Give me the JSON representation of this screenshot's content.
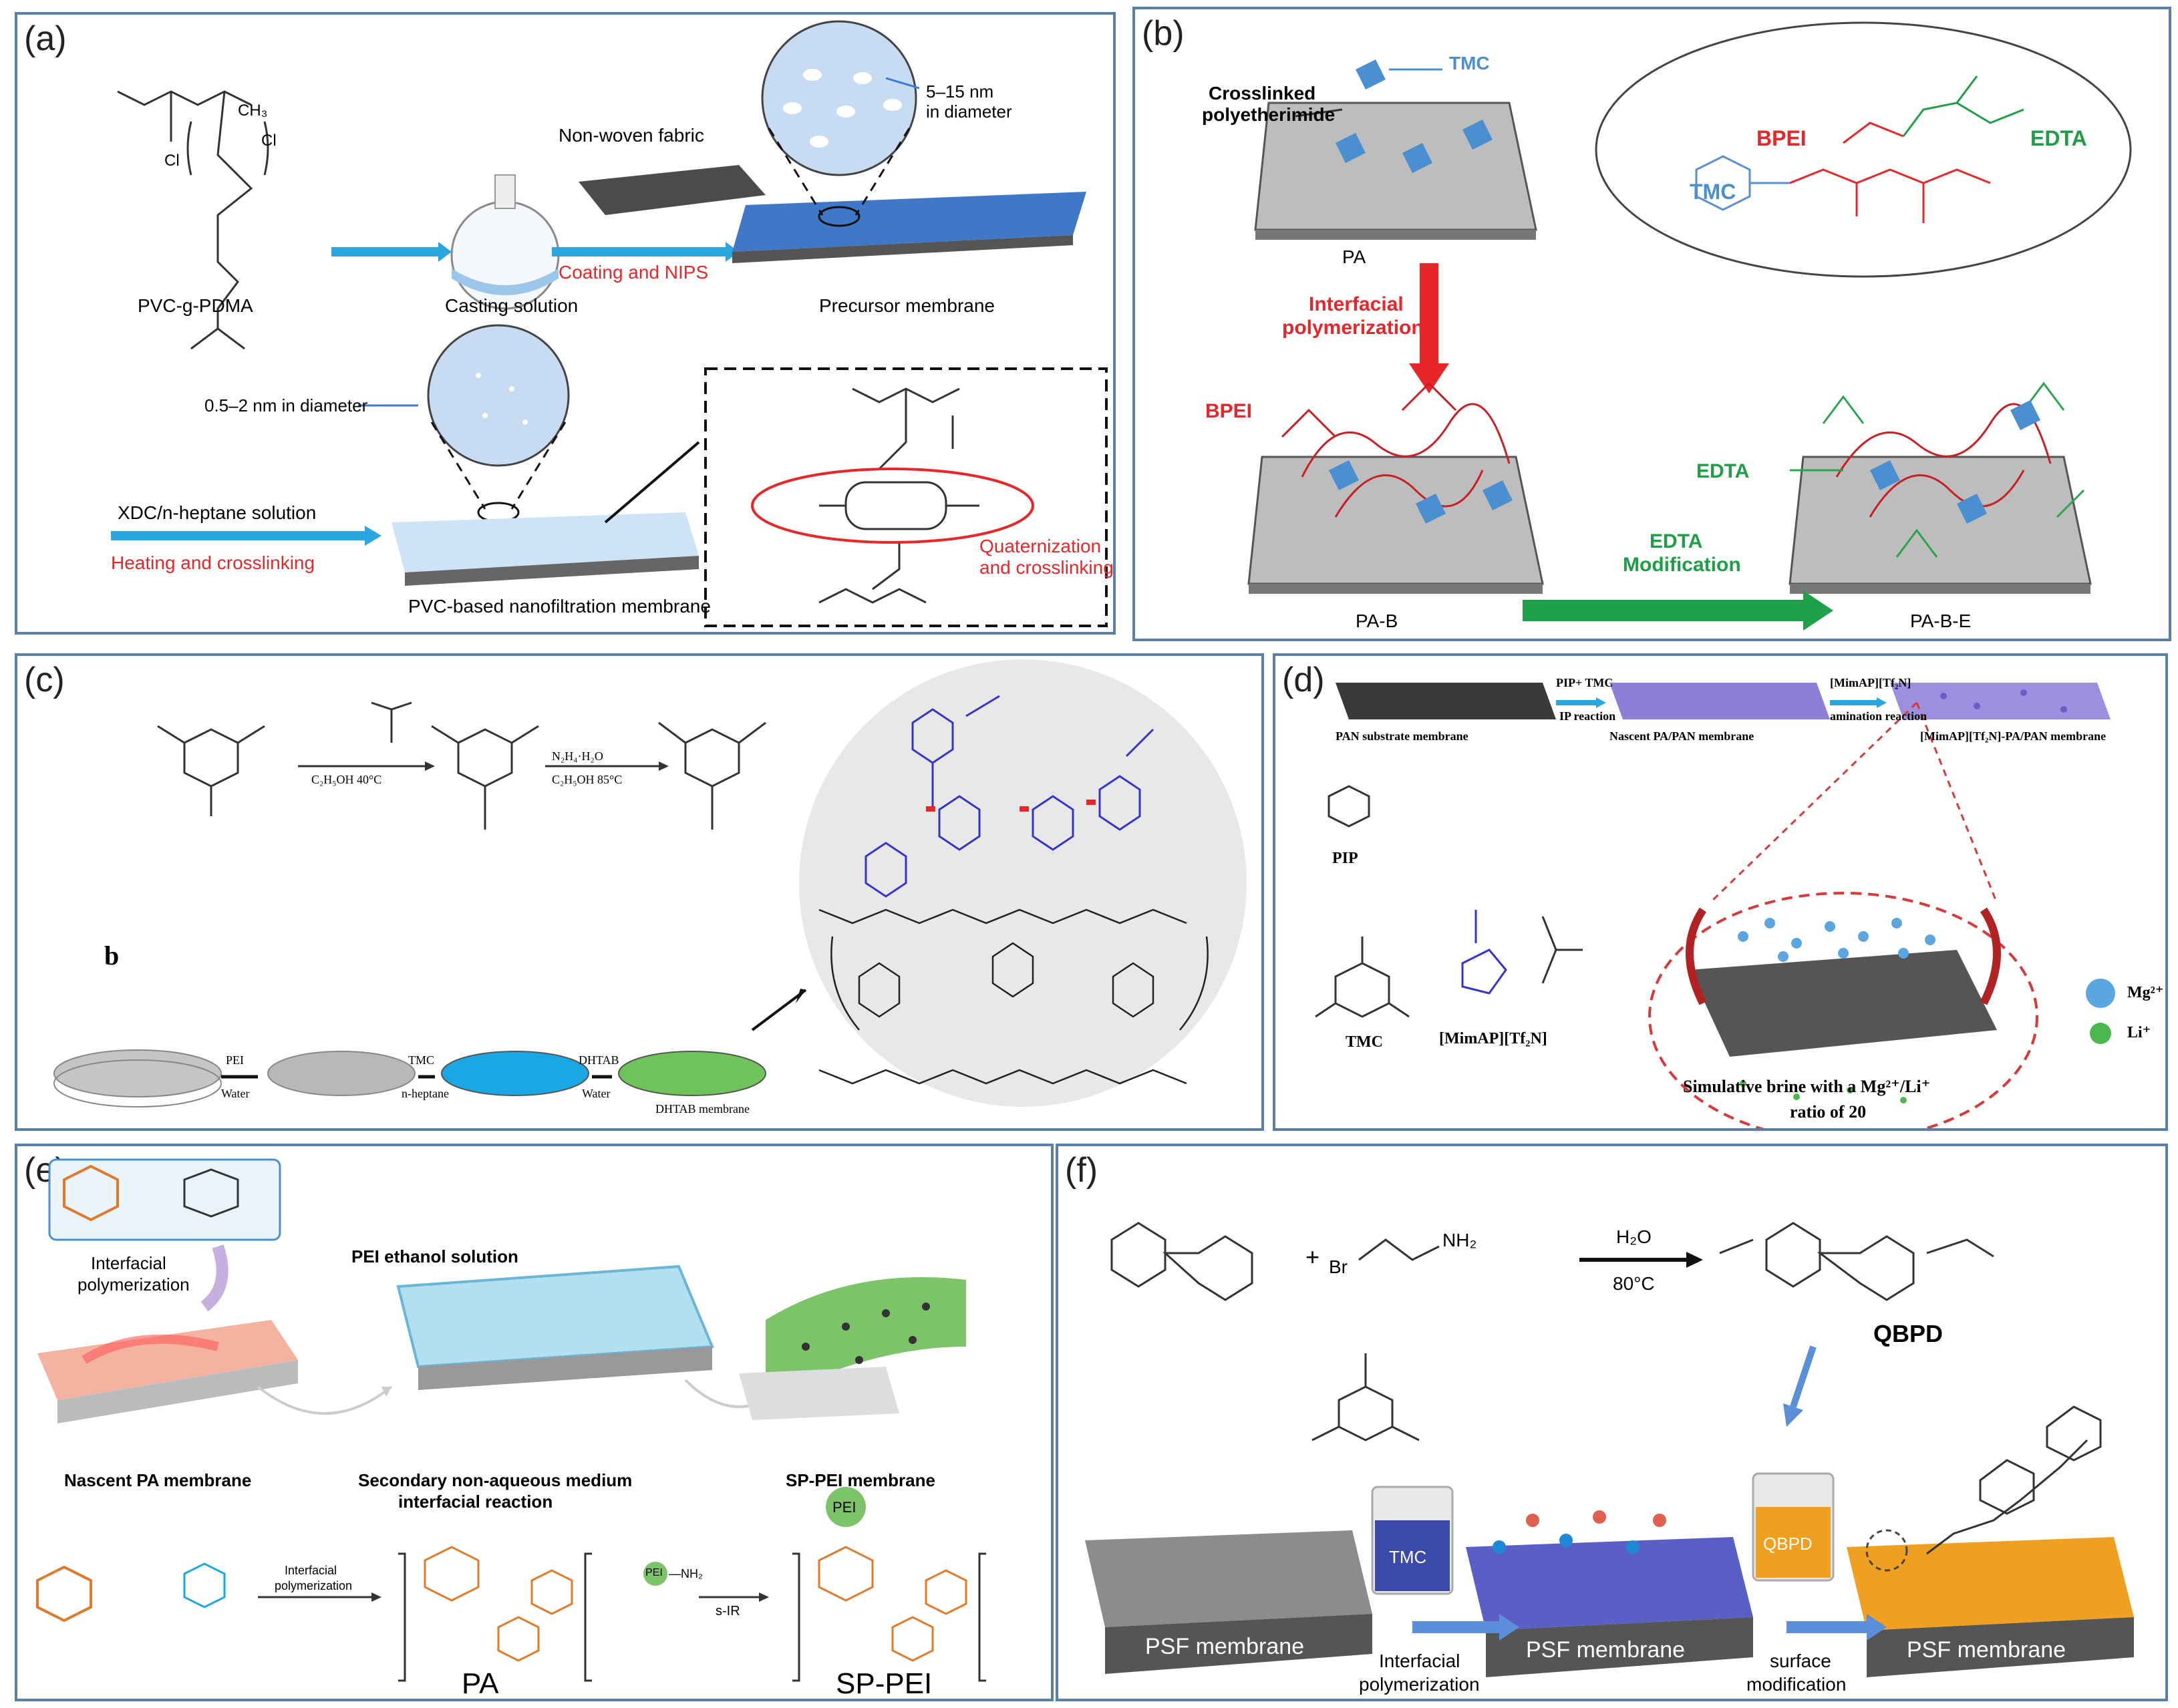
{
  "panels": {
    "a": {
      "label": "(a)",
      "polymer": "PVC-g-PDMA",
      "cl1": "Cl",
      "cl2": "Cl",
      "ch3": "CH₃",
      "casting": "Casting solution",
      "fabric": "Non-woven fabric",
      "coating": "Coating and NIPS",
      "pore_large": "5–15 nm",
      "pore_large2": "in diameter",
      "precursor": "Precursor membrane",
      "pore_small": "0.5–2 nm in diameter",
      "xdc": "XDC/n-heptane solution",
      "heating": "Heating and crosslinking",
      "pvc_nf": "PVC-based nanofiltration membrane",
      "quat1": "Quaternization",
      "quat2": "and crosslinking"
    },
    "b": {
      "label": "(b)",
      "tmc_top": "TMC",
      "crosslinked1": "Crosslinked",
      "crosslinked2": "polyetherimide",
      "pa": "PA",
      "ip1": "Interfacial",
      "ip2": "polymerization",
      "bpei_side": "BPEI",
      "tmc_struct": "TMC",
      "bpei_struct": "BPEI",
      "edta_struct": "EDTA",
      "edta_side": "EDTA",
      "edta_mod1": "EDTA",
      "edta_mod2": "Modification",
      "pab": "PA-B",
      "pabe": "PA-B-E"
    },
    "c": {
      "label": "(c)",
      "b_label": "b",
      "cond1": "C₂H₅OH 40°C",
      "cond2a": "N₂H₄·H₂O",
      "cond2b": "C₂H₅OH 85°C",
      "step1a": "PEI",
      "step1b": "Water",
      "step2a": "TMC",
      "step2b": "n-heptane",
      "step3a": "DHTAB",
      "step3b": "Water",
      "dhtab_mem": "DHTAB membrane"
    },
    "d": {
      "label": "(d)",
      "pan": "PAN substrate membrane",
      "ip_a": "PIP+ TMC",
      "ip_b": "IP reaction",
      "nascent": "Nascent PA/PAN membrane",
      "amin_a": "[MimAP][Tf₂N]",
      "amin_b": "amination reaction",
      "final_mem": "[MimAP][Tf₂N]-PA/PAN membrane",
      "pip": "PIP",
      "tmc": "TMC",
      "il": "[MimAP][Tf₂N]",
      "mg": "Mg²⁺",
      "li": "Li⁺",
      "brine1": "Simulative brine with a Mg²⁺/Li⁺",
      "brine2": "ratio of 20"
    },
    "e": {
      "label": "(e)",
      "ip1": "Interfacial",
      "ip2": "polymerization",
      "pei_sol": "PEI ethanol solution",
      "nascent": "Nascent PA membrane",
      "secondary1": "Secondary non-aqueous medium",
      "secondary2": "interfacial reaction",
      "sppei_mem": "SP-PEI membrane",
      "rxn_ip1": "Interfacial",
      "rxn_ip2": "polymerization",
      "pa": "PA",
      "sppei": "SP-PEI",
      "pei_nh2": "PEI",
      "nh2": "—NH₂",
      "sir": "s-IR",
      "pei_ball": "PEI"
    },
    "f": {
      "label": "(f)",
      "h2o": "H₂O",
      "temp": "80°C",
      "plus": "+",
      "br": "Br",
      "nh2": "NH₂",
      "qbpd": "QBPD",
      "tmc_beaker": "TMC",
      "qbpd_beaker": "QBPD",
      "psf1": "PSF membrane",
      "psf2": "PSF membrane",
      "psf3": "PSF membrane",
      "ip1": "Interfacial",
      "ip2": "polymerization",
      "sm1": "surface",
      "sm2": "modification"
    }
  },
  "colors": {
    "border": "#5a7fa8",
    "red": "#e8262a",
    "green": "#1f9e45",
    "blue": "#4a8fd0",
    "arrow_blue": "#2aa7e0"
  }
}
